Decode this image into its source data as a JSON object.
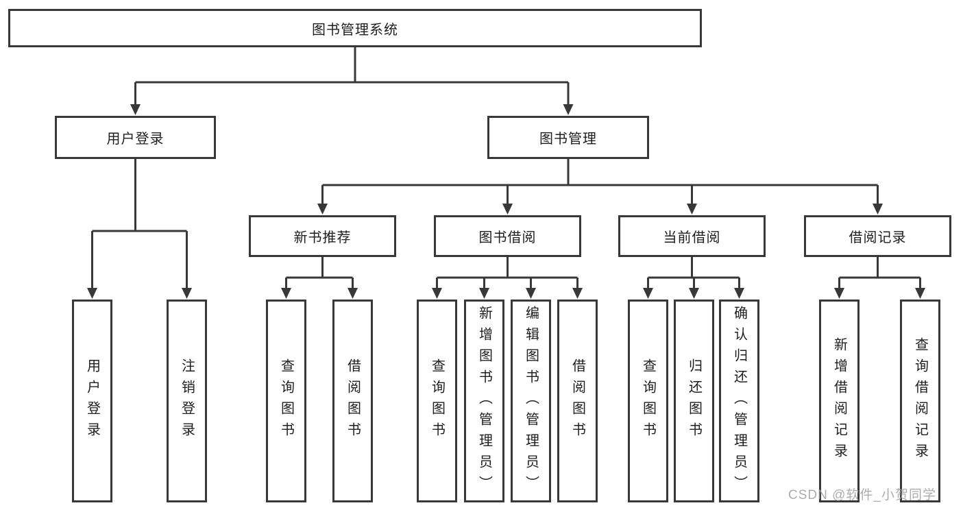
{
  "tree": {
    "root": {
      "label": "图书管理系统"
    },
    "branches": [
      {
        "label": "用户登录",
        "children": [
          {
            "label": "用户登录"
          },
          {
            "label": "注销登录"
          }
        ]
      },
      {
        "label": "图书管理",
        "children": [
          {
            "label": "新书推荐",
            "children": [
              {
                "label": "查询图书"
              },
              {
                "label": "借阅图书"
              }
            ]
          },
          {
            "label": "图书借阅",
            "children": [
              {
                "label": "查询图书"
              },
              {
                "label": "新增图书（管理员）"
              },
              {
                "label": "编辑图书（管理员）"
              },
              {
                "label": "借阅图书"
              }
            ]
          },
          {
            "label": "当前借阅",
            "children": [
              {
                "label": "查询图书"
              },
              {
                "label": "归还图书"
              },
              {
                "label": "确认归还（管理员）"
              }
            ]
          },
          {
            "label": "借阅记录",
            "children": [
              {
                "label": "新增借阅记录"
              },
              {
                "label": "查询借阅记录"
              }
            ]
          }
        ]
      }
    ]
  },
  "watermark": {
    "text": "CSDN @软件_小贺同学"
  },
  "colors": {
    "line": "#383838",
    "box_border": "#383838",
    "text": "#1e1e1e",
    "watermark": "#b3b3b3",
    "background": "#ffffff"
  }
}
